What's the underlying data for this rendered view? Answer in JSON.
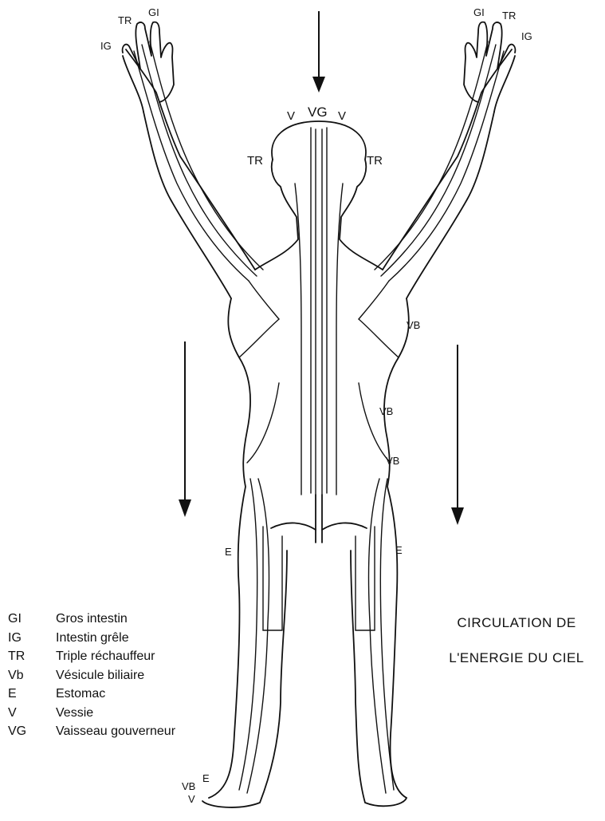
{
  "labels": {
    "top_left_fingers": [
      "TR",
      "GI",
      "IG"
    ],
    "top_right_fingers": [
      "GI",
      "TR",
      "IG"
    ],
    "head": {
      "left_v": "V",
      "center": "VG",
      "right_v": "V"
    },
    "temple_left": "TR",
    "temple_right": "TR",
    "side_vb": [
      "VB",
      "VB",
      "VB"
    ],
    "leg_left_e": "E",
    "leg_right_e": "E",
    "foot": {
      "vb": "VB",
      "e": "E",
      "v": "V"
    }
  },
  "legend": [
    {
      "abbr": "GI",
      "desc": "Gros intestin"
    },
    {
      "abbr": "IG",
      "desc": "Intestin grêle"
    },
    {
      "abbr": "TR",
      "desc": "Triple réchauffeur"
    },
    {
      "abbr": "Vb",
      "desc": "Vésicule biliaire"
    },
    {
      "abbr": "E",
      "desc": "Estomac"
    },
    {
      "abbr": "V",
      "desc": "Vessie"
    },
    {
      "abbr": "VG",
      "desc": "Vaisseau gouverneur"
    }
  ],
  "caption": {
    "line1": "CIRCULATION DE",
    "line2": "L'ENERGIE DU CIEL"
  },
  "colors": {
    "ink": "#111111",
    "background": "#ffffff"
  },
  "arrows": [
    "arrow-down-top",
    "arrow-down-left",
    "arrow-down-right"
  ]
}
